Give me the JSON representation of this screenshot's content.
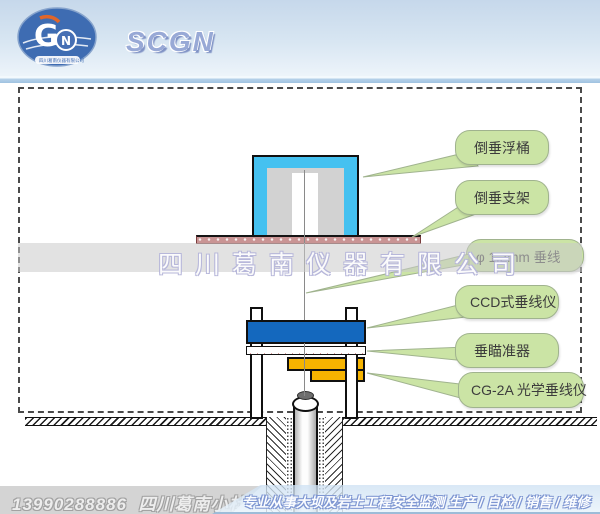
{
  "header": {
    "brand": "SCGN",
    "logo": {
      "letter_g": "G",
      "letter_n": "N",
      "company": "四川葛南仪器有限公司"
    }
  },
  "watermark": {
    "text": "四川葛南仪器有限公司"
  },
  "diagram": {
    "callouts": [
      {
        "id": "float-bucket",
        "label": "倒垂浮桶"
      },
      {
        "id": "support-frame",
        "label": "倒垂支架"
      },
      {
        "id": "plumb-wire",
        "label": "φ 1.2mm 垂线"
      },
      {
        "id": "ccd-coordinometer",
        "label": "CCD式垂线仪"
      },
      {
        "id": "sight-aimer",
        "label": "垂瞄准器"
      },
      {
        "id": "optical-coordinometer",
        "label": "CG-2A 光学垂线仪"
      }
    ],
    "colors": {
      "bucket_blue": "#45c1f0",
      "ccd_blue": "#1468be",
      "instrument_orange": "#f6b400",
      "bubble_green": "#cbe4a5",
      "plate_pink": "#c99494"
    }
  },
  "footer": {
    "phone": "13990288886",
    "contact": "四川葛南小杜",
    "slogan": "专业从事大坝及岩土工程安全监测  生产 / 自检 / 销售 / 维修"
  }
}
